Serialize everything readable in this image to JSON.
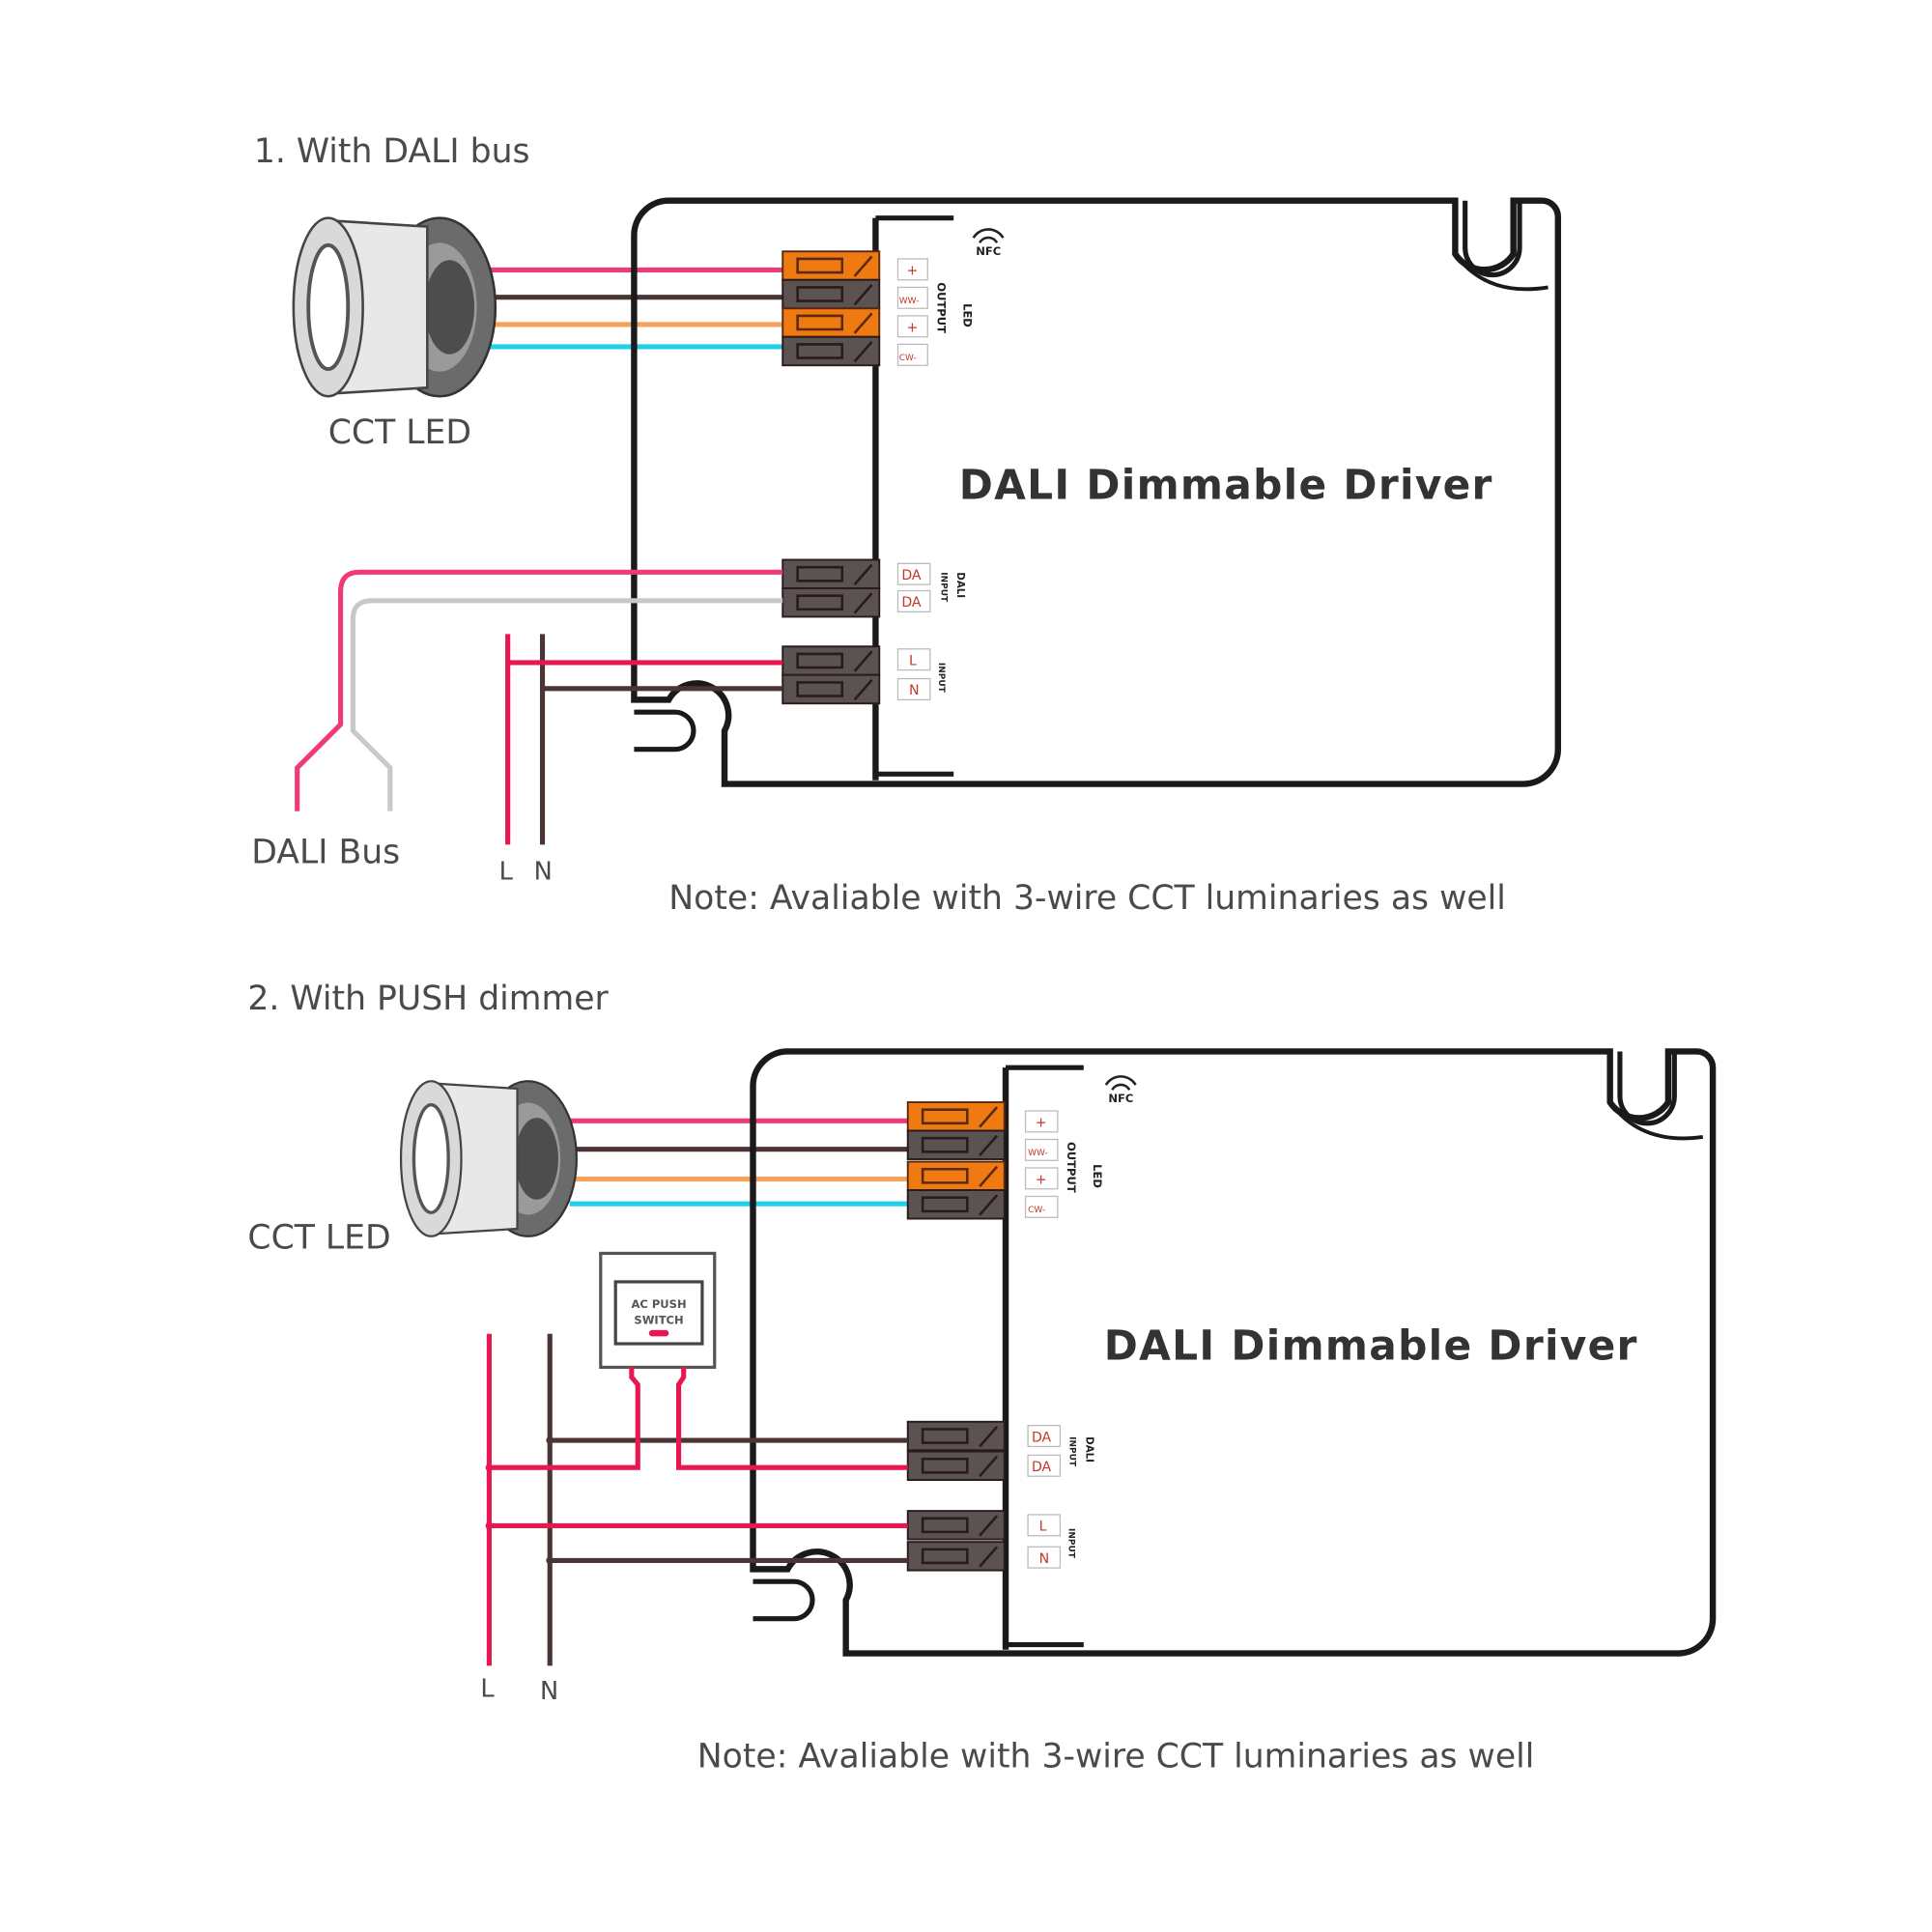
{
  "diagram1": {
    "title": "1. With DALI bus",
    "led_label": "CCT LED",
    "driver_label": "DALI Dimmable Driver",
    "nfc_label": "NFC",
    "output_label": "OUTPUT",
    "led_term_label": "LED",
    "dali_input_label": "INPUT",
    "dali_label": "DALI",
    "ac_input_label": "INPUT",
    "terminals_led": [
      "+",
      "WW-",
      "+",
      "CW-"
    ],
    "terminals_dali": [
      "DA",
      "DA"
    ],
    "terminals_ac": [
      "L",
      "N"
    ],
    "bus_label": "DALI Bus",
    "l_label": "L",
    "n_label": "N",
    "note": "Note: Avaliable with 3-wire CCT luminaries as well"
  },
  "diagram2": {
    "title": "2. With PUSH dimmer",
    "led_label": "CCT LED",
    "driver_label": "DALI Dimmable Driver",
    "nfc_label": "NFC",
    "output_label": "OUTPUT",
    "led_term_label": "LED",
    "dali_input_label": "INPUT",
    "dali_label": "DALI",
    "ac_input_label": "INPUT",
    "terminals_led": [
      "+",
      "WW-",
      "+",
      "CW-"
    ],
    "terminals_dali": [
      "DA",
      "DA"
    ],
    "terminals_ac": [
      "L",
      "N"
    ],
    "switch_label_1": "AC PUSH",
    "switch_label_2": "SWITCH",
    "l_label": "L",
    "n_label": "N",
    "note": "Note: Avaliable with 3-wire CCT luminaries as well"
  },
  "colors": {
    "pink_wire": "#ee3a7a",
    "red_wire": "#e8174f",
    "orange_wire": "#f5a25a",
    "cyan_wire": "#1fd0e8",
    "dark_wire": "#4a3434",
    "gray_wire": "#c8c8c8",
    "orange_terminal": "#f07a12",
    "gray_terminal": "#5b5352"
  }
}
